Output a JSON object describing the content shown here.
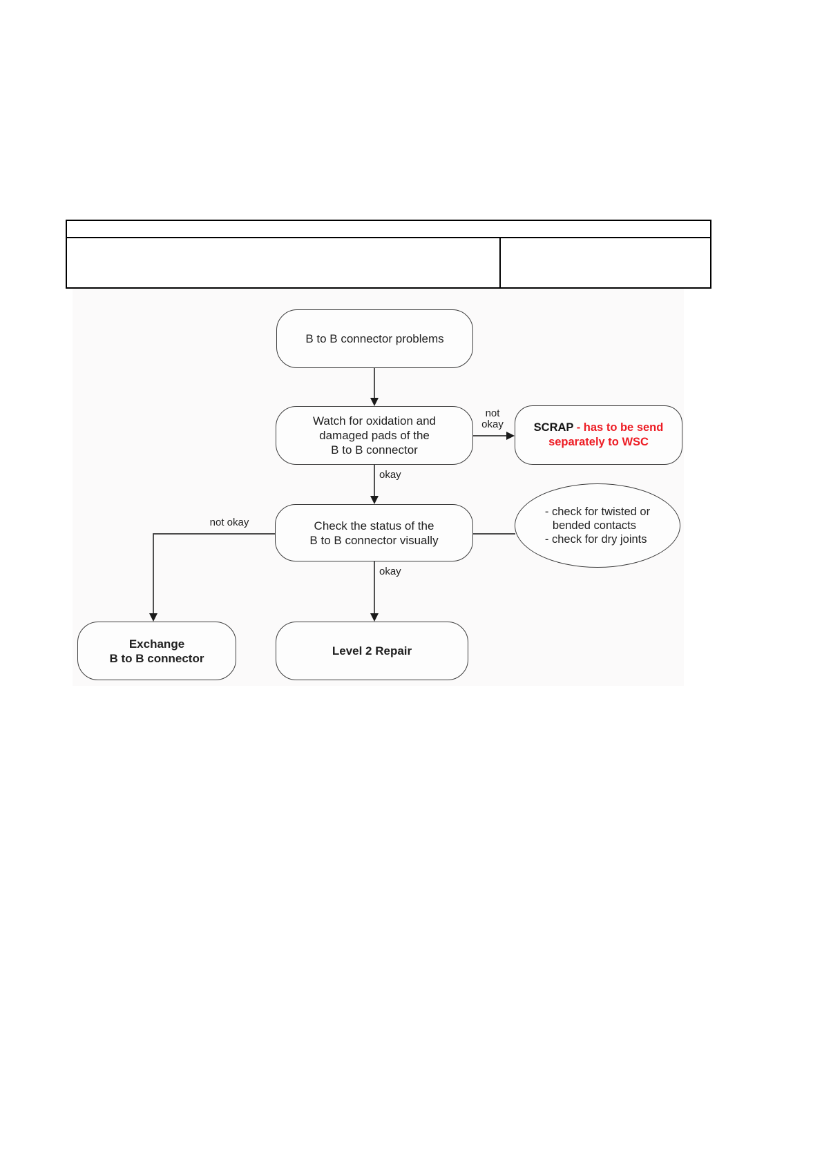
{
  "table": {
    "header_cell": "",
    "left_cell": "",
    "right_cell": ""
  },
  "flowchart": {
    "nodes": {
      "start": {
        "label": "B to B connector problems"
      },
      "inspect": {
        "lines": [
          "Watch for oxidation and",
          "damaged pads of the",
          "B to B connector"
        ]
      },
      "scrap": {
        "prefix": "SCRAP",
        "rest": " - has to be send",
        "line2": "separately to WSC"
      },
      "check": {
        "lines": [
          "Check the status of the",
          "B to B connector visually"
        ]
      },
      "notes": {
        "lines": [
          "- check for twisted or",
          "bended contacts",
          "- check for dry joints"
        ]
      },
      "exchange": {
        "lines": [
          "Exchange",
          "B to B connector"
        ]
      },
      "repair": {
        "label": "Level 2 Repair"
      }
    },
    "edge_labels": {
      "not_okay_top_line1": "not",
      "not_okay_top_line2": "okay",
      "okay_mid": "okay",
      "not_okay_left": "not okay",
      "okay_bottom": "okay"
    },
    "colors": {
      "line": "#333333",
      "node_border": "#3c3c3c",
      "text": "#1f1f1f",
      "scrap_red": "#ed1c24",
      "table_border": "#000000"
    }
  }
}
